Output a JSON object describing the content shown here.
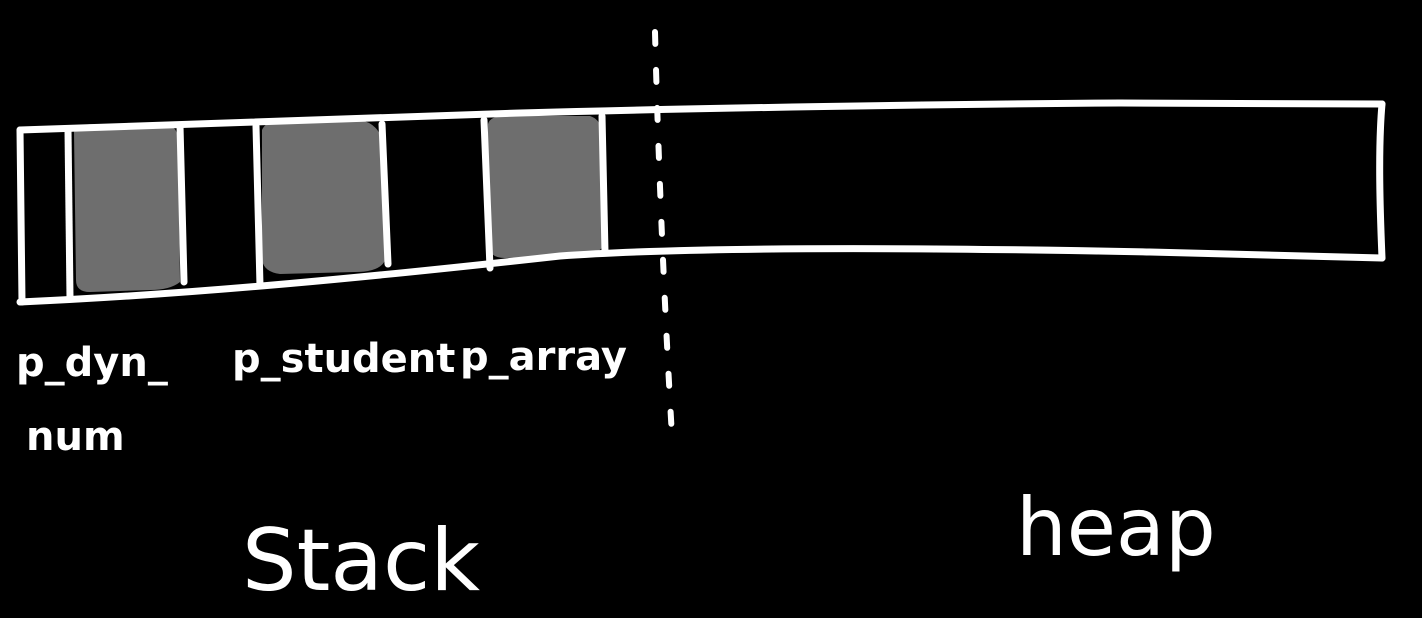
{
  "background_color": "#000000",
  "stroke_color": "#ffffff",
  "slot_fill_color": "#6e6e6e",
  "labels": {
    "p_dyn_num_line1": "p_dyn_",
    "p_dyn_num_line2": "num",
    "p_student": "p_student",
    "p_array": "p_array"
  },
  "regions": {
    "stack": "Stack",
    "heap": "heap"
  }
}
